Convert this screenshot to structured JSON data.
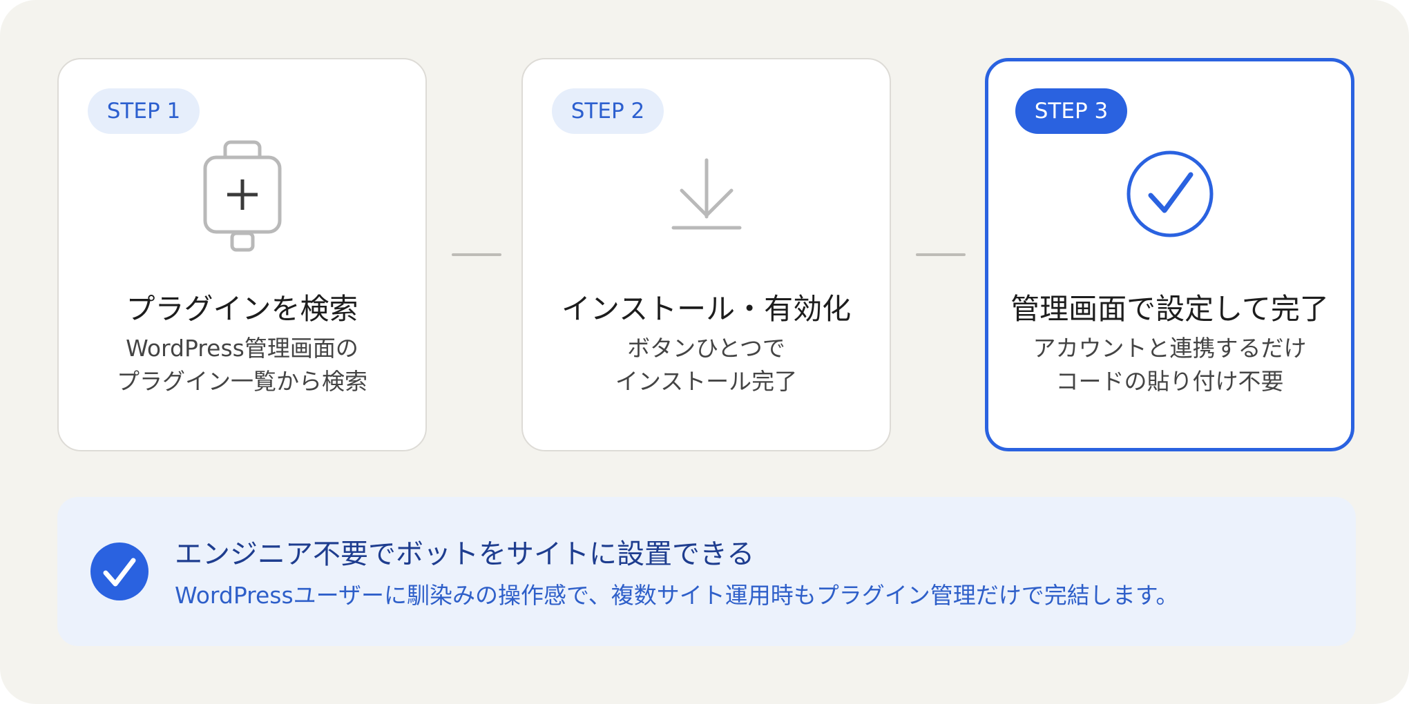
{
  "steps": [
    {
      "badge": "STEP 1",
      "icon": "plugin-add-icon",
      "title": "プラグインを検索",
      "desc_lines": [
        "WordPress管理画面の",
        "プラグイン一覧から検索"
      ],
      "active": false
    },
    {
      "badge": "STEP 2",
      "icon": "download-icon",
      "title": "インストール・有効化",
      "desc_lines": [
        "ボタンひとつで",
        "インストール完了"
      ],
      "active": false
    },
    {
      "badge": "STEP 3",
      "icon": "check-circle-icon",
      "title": "管理画面で設定して完了",
      "desc_lines": [
        "アカウントと連携するだけ",
        "コードの貼り付け不要"
      ],
      "active": true
    }
  ],
  "banner": {
    "icon": "check-badge-icon",
    "title": "エンジニア不要でボットをサイトに設置できる",
    "text": "WordPressユーザーに馴染みの操作感で、複数サイト運用時もプラグイン管理だけで完結します。"
  },
  "colors": {
    "background": "#f4f3ee",
    "accent": "#2a62e0",
    "badge_bg": "#e6eefb",
    "banner_bg": "#ecf2fc",
    "icon_gray": "#b9b9b9"
  }
}
